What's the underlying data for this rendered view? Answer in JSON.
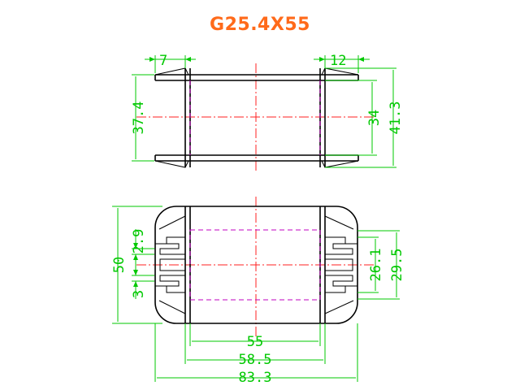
{
  "title": "G25.4X55",
  "colors": {
    "title": "#ff6a1a",
    "dimension": "#00c800",
    "outline": "#000000",
    "hidden": "#c000c0",
    "centerline": "#ff2020"
  },
  "top_view": {
    "dims": {
      "left_flange": "7",
      "right_flange": "12",
      "height_outer": "37.4",
      "height_inner": "34",
      "height_total": "41.3"
    }
  },
  "front_view": {
    "dims": {
      "pin_gap": "2.9",
      "height": "50",
      "pin_pitch": "3",
      "inner_width": "55",
      "mid_width": "58.5",
      "total_width": "83.3",
      "pin_span_a": "26.1",
      "pin_span_b": "29.5"
    }
  }
}
